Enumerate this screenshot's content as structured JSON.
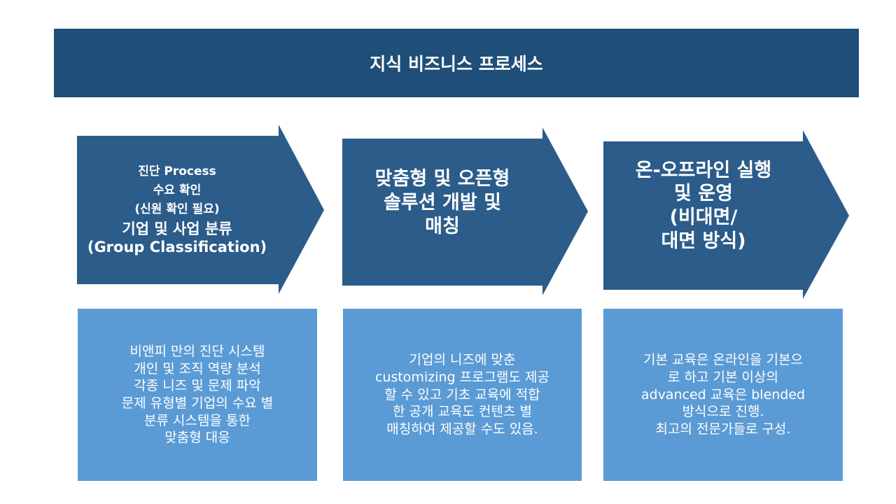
{
  "title": "지식 비즈니스 프로세스",
  "colors": {
    "title_bg": "#1f4e79",
    "arrow": "#2b5c8a",
    "box": "#5b9bd5"
  },
  "steps": [
    {
      "lines": [
        "진단 Process",
        "수요 확인",
        "(신원 확인 필요)"
      ],
      "main": [
        "기업 및 사업 분류",
        "(Group Classification)"
      ],
      "desc": "비앤피 만의 진단 시스템\n개인 및 조직 역량 분석\n각종 니즈 및 문제 파악\n문제 유형별 기업의 수요 별\n분류 시스템을 통한\n맞춤형 대응"
    },
    {
      "main": [
        "맞춤형 및 오픈형",
        "솔루션 개발 및",
        "매칭"
      ],
      "desc": "기업의 니즈에 맞춘\ncustomizing 프로그램도 제공\n할 수 있고 기초 교육에 적합\n한 공개 교육도 컨텐츠 별\n매칭하여 제공할 수도 있음."
    },
    {
      "main": [
        "온-오프라인 실행",
        "및 운영",
        "(비대면/",
        "대면 방식)"
      ],
      "desc": "기본 교육은 온라인을 기본으\n로 하고 기본 이상의\nadvanced 교육은 blended\n방식으로 진행.\n최고의 전문가들로 구성."
    }
  ]
}
